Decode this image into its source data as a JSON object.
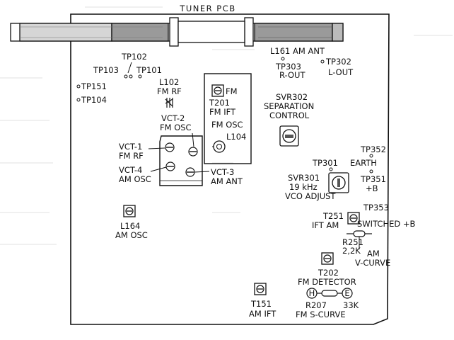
{
  "header": {
    "title": "TUNER PCB"
  },
  "labels": {
    "l161": "L161 AM ANT",
    "tp303": "TP303",
    "r_out": "R-OUT",
    "tp302": "TP302",
    "l_out": "L-OUT",
    "tp102": "TP102",
    "tp103": "TP103",
    "tp101": "TP101",
    "tp151": "TP151",
    "tp104": "TP104",
    "l102": "L102",
    "fm_rf_l102": "FM RF",
    "fm_t201_side": "FM",
    "t201": "T201",
    "fm_ift": "FM IFT",
    "fm_osc_l104": "FM OSC",
    "l104": "L104",
    "svr302": "SVR302",
    "separation": "SEPARATION",
    "control": "CONTROL",
    "vct2": "VCT-2",
    "fm_osc_vct2": "FM OSC",
    "vct1": "VCT-1",
    "fm_rf_vct1": "FM RF",
    "vct4": "VCT-4",
    "am_osc_vct4": "AM OSC",
    "vct3": "VCT-3",
    "am_ant": "AM ANT",
    "tp352": "TP352",
    "earth": "EARTH",
    "tp301": "TP301",
    "svr301": "SVR301",
    "khz19": "19 kHz",
    "vco_adjust": "VCO ADJUST",
    "tp351": "TP351",
    "plus_b": "+B",
    "l164": "L164",
    "am_osc_l164": "AM OSC",
    "tp353": "TP353",
    "t251": "T251",
    "ift_am": "IFT AM",
    "switched_b": "SWITCHED +B",
    "r251": "R251",
    "r251_val": "2,2K",
    "am": "AM",
    "v_curve": "V-CURVE",
    "t202": "T202",
    "fm_detector": "FM DETECTOR",
    "t151": "T151",
    "am_ift": "AM IFT",
    "r207": "R207",
    "r207_val": "33K",
    "fm_s_curve": "FM  S-CURVE",
    "h_mark": "H",
    "e_mark": "E"
  }
}
